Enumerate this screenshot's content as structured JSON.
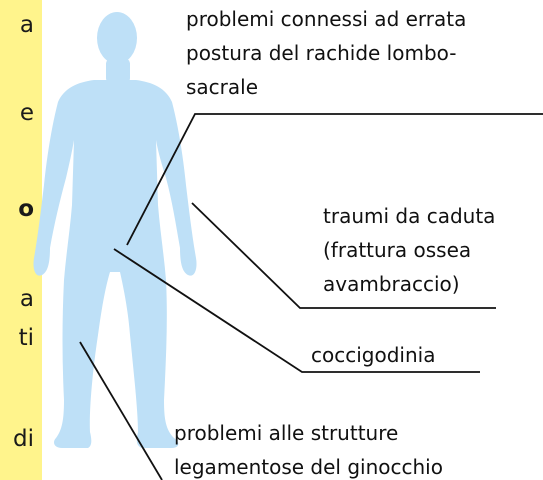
{
  "colors": {
    "panel": "#fff48c",
    "figure": "#bee0f7",
    "line": "#111111"
  },
  "panel_fragments": [
    "a",
    "e",
    "o",
    "a",
    "ti",
    "di"
  ],
  "labels": {
    "posture": [
      "problemi connessi ad errata",
      "postura del rachide lombo-",
      "sacrale"
    ],
    "fall": [
      "traumi da caduta",
      "(frattura ossea",
      "avambraccio)"
    ],
    "coccyx": [
      "coccigodinia"
    ],
    "knee": [
      "problemi alle strutture",
      "legamentose del ginocchio"
    ]
  }
}
